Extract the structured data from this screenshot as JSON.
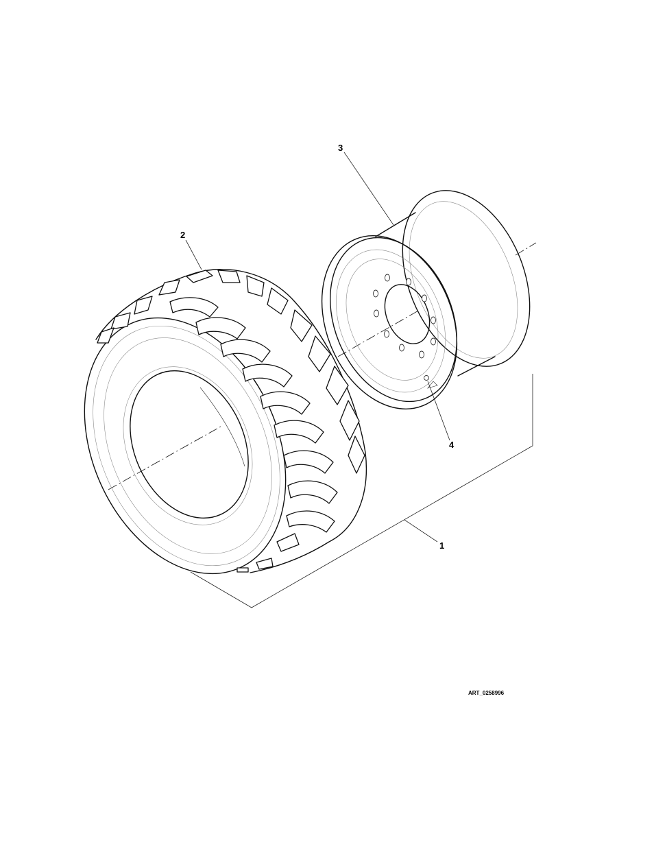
{
  "diagram": {
    "callouts": [
      {
        "id": "1",
        "label": "1"
      },
      {
        "id": "2",
        "label": "2"
      },
      {
        "id": "3",
        "label": "3"
      },
      {
        "id": "4",
        "label": "4"
      }
    ],
    "art_reference": "ART_0258996"
  }
}
